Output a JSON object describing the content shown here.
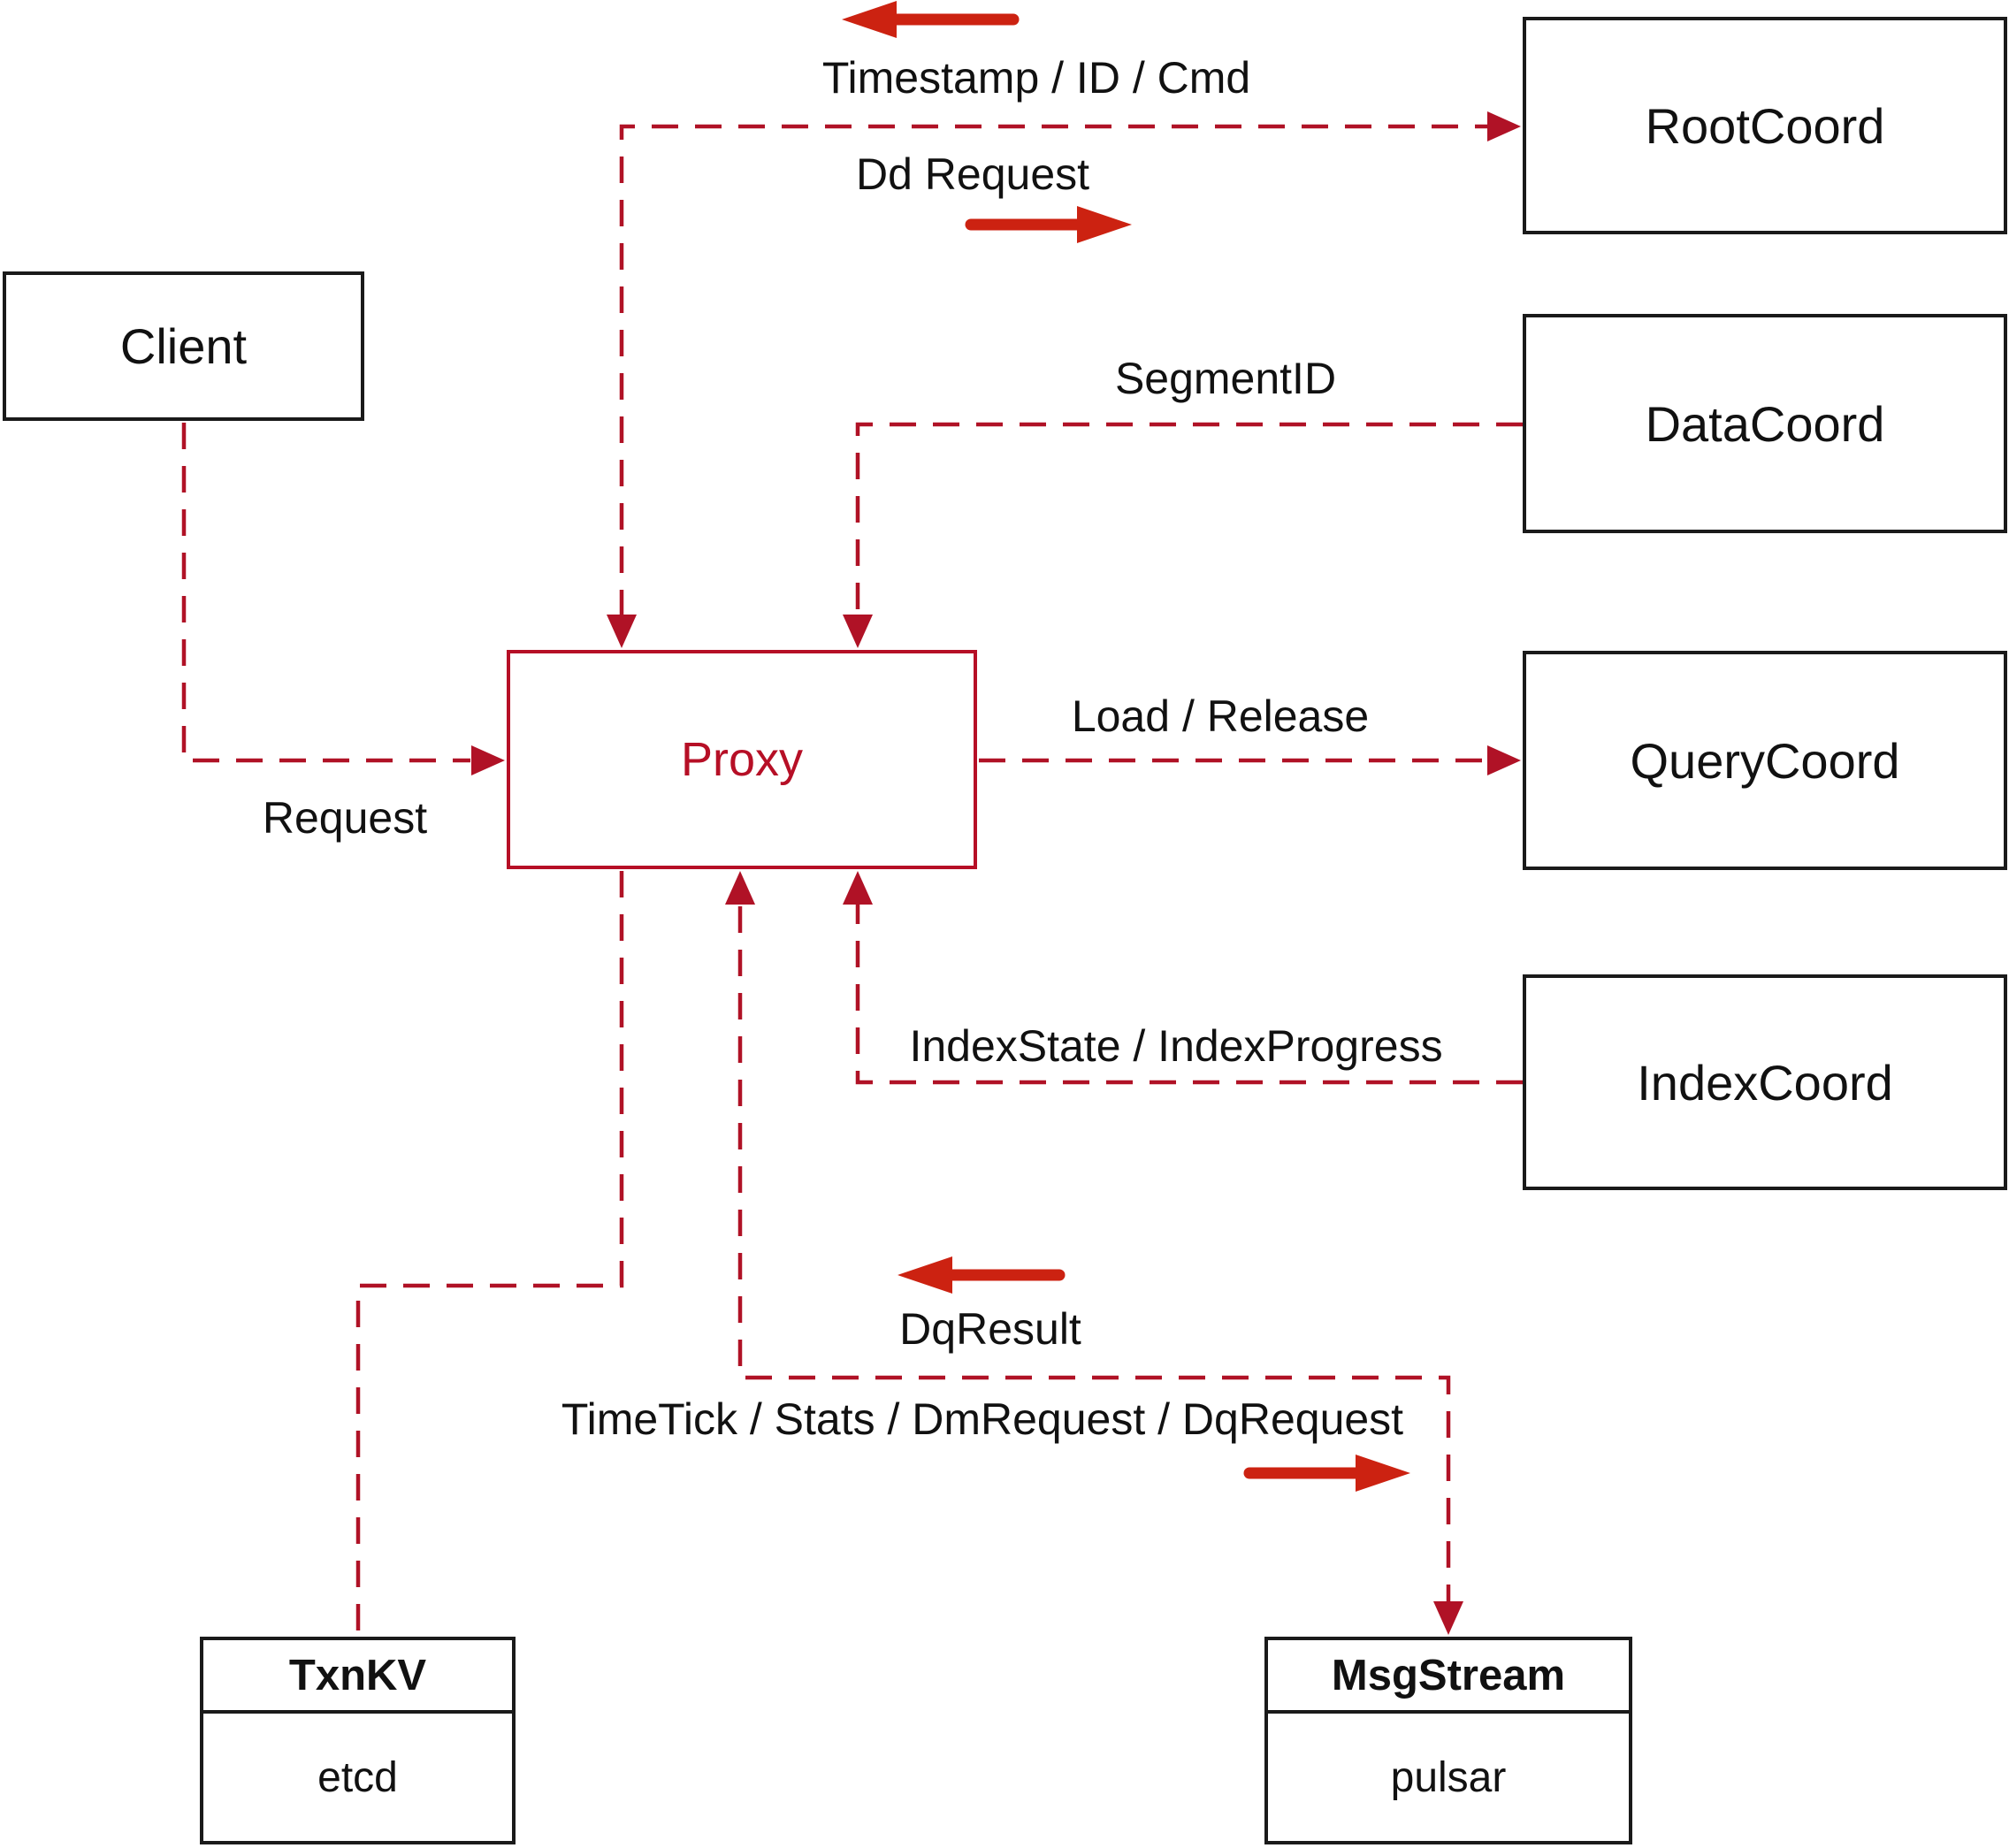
{
  "diagram": {
    "nodes": {
      "client": {
        "label": "Client"
      },
      "proxy": {
        "label": "Proxy"
      },
      "root_coord": {
        "label": "RootCoord"
      },
      "data_coord": {
        "label": "DataCoord"
      },
      "query_coord": {
        "label": "QueryCoord"
      },
      "index_coord": {
        "label": "IndexCoord"
      },
      "txn_kv": {
        "title": "TxnKV",
        "subtitle": "etcd"
      },
      "msg_stream": {
        "title": "MsgStream",
        "subtitle": "pulsar"
      }
    },
    "edge_labels": {
      "request": "Request",
      "timestamp_id_cmd": "Timestamp / ID / Cmd",
      "dd_request": "Dd Request",
      "segment_id": "SegmentID",
      "load_release": "Load / Release",
      "index_state_progress": "IndexState / IndexProgress",
      "dq_result": "DqResult",
      "time_tick_stats": "TimeTick / Stats / DmRequest / DqRequest"
    },
    "colors": {
      "dashed_line": "#b01226",
      "solid_arrow": "#cc2211",
      "proxy_accent": "#b60f26",
      "box_border": "#1a1a1a",
      "text": "#111111",
      "background": "#ffffff"
    }
  }
}
